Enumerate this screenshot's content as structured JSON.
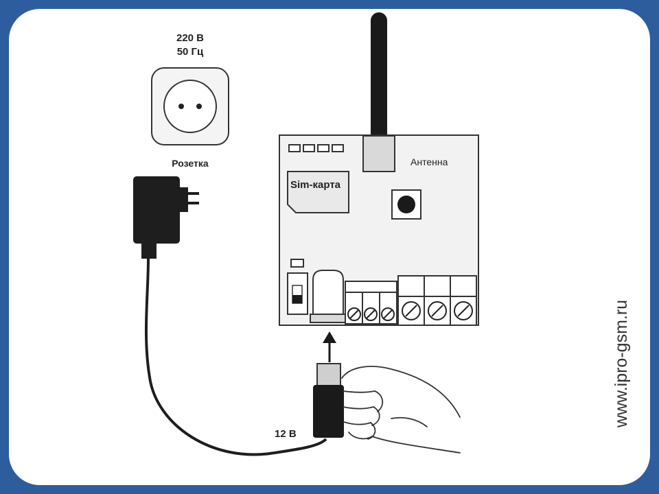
{
  "mains": {
    "voltage": "220 В",
    "frequency": "50 Гц",
    "socket_label": "Розетка"
  },
  "device": {
    "sim_label": "Sim-карта",
    "antenna_label": "Антенна"
  },
  "adapter": {
    "output_voltage": "12 В"
  },
  "watermark": "www.ipro-gsm.ru",
  "colors": {
    "border": "#2e5d9e",
    "background": "#ffffff",
    "device_fill": "#f2f2f2",
    "dark": "#1a1a1a"
  }
}
